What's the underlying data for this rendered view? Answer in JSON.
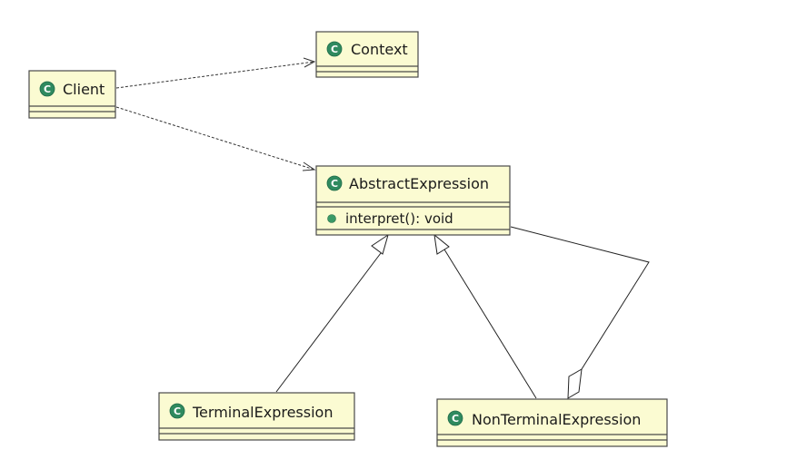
{
  "classes": {
    "client": {
      "name": "Client",
      "stereotype_icon": "class-icon"
    },
    "context": {
      "name": "Context",
      "stereotype_icon": "class-icon"
    },
    "abstract_expression": {
      "name": "AbstractExpression",
      "stereotype_icon": "class-icon",
      "operations": [
        {
          "signature": "interpret(): void",
          "visibility_icon": "public-method-icon"
        }
      ]
    },
    "terminal_expression": {
      "name": "TerminalExpression",
      "stereotype_icon": "class-icon"
    },
    "nonterminal_expression": {
      "name": "NonTerminalExpression",
      "stereotype_icon": "class-icon"
    }
  },
  "badge": {
    "letter": "C"
  },
  "relationships": [
    {
      "type": "dependency",
      "from": "Client",
      "to": "Context"
    },
    {
      "type": "dependency",
      "from": "Client",
      "to": "AbstractExpression"
    },
    {
      "type": "generalization",
      "from": "TerminalExpression",
      "to": "AbstractExpression"
    },
    {
      "type": "generalization",
      "from": "NonTerminalExpression",
      "to": "AbstractExpression"
    },
    {
      "type": "aggregation",
      "from": "NonTerminalExpression",
      "to": "AbstractExpression"
    }
  ],
  "colors": {
    "class_fill": "#fbfbd2",
    "class_border": "#494949",
    "badge_green": "#2f8a5f",
    "method_dot_green": "#3a9a67"
  }
}
